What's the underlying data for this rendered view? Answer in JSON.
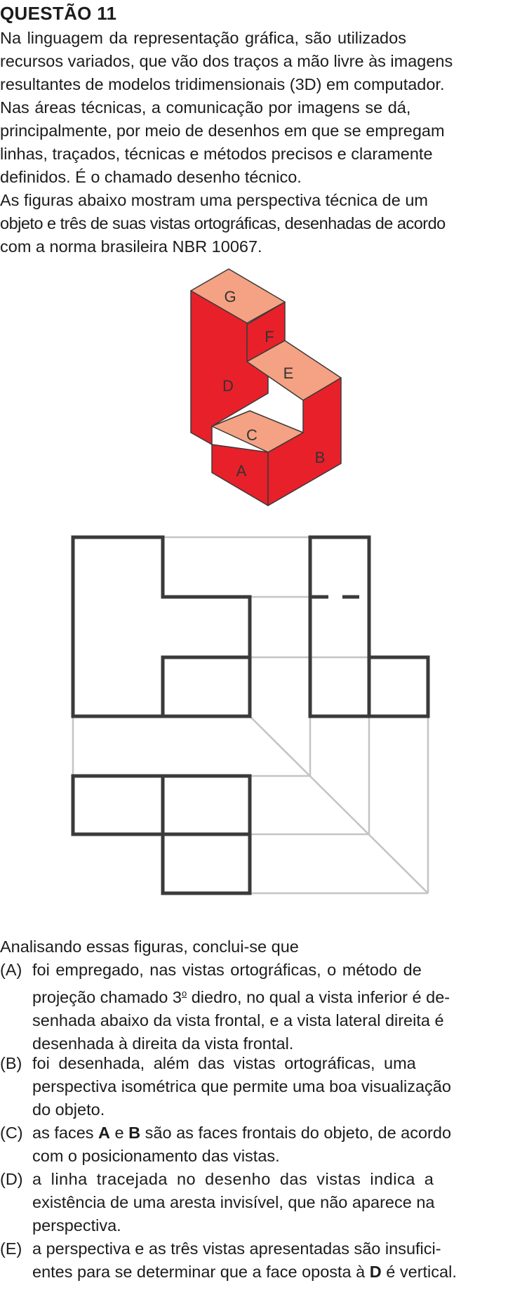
{
  "question": {
    "title": "QUESTÃO 11",
    "paragraph1": [
      "Na linguagem da representação gráfica, são utilizados",
      "recursos variados, que vão dos traços a mão livre às imagens",
      "resultantes de modelos tridimensionais (3D) em computador.",
      "Nas áreas técnicas, a comunicação por imagens se dá,",
      "principalmente, por meio de desenhos em que se empregam",
      "linhas, traçados, técnicas e métodos precisos e claramente",
      "definidos. É o chamado desenho técnico."
    ],
    "paragraph2": [
      "As figuras abaixo mostram uma perspectiva técnica de um",
      "objeto e três de suas vistas ortográficas, desenhadas de acordo",
      "com a norma brasileira NBR 10067."
    ],
    "lead": "Analisando essas figuras, conclui-se que"
  },
  "figure": {
    "face_labels": {
      "G": "G",
      "F": "F",
      "E": "E",
      "D": "D",
      "C": "C",
      "A": "A",
      "B": "B"
    },
    "colors": {
      "face_dark": "#e8202a",
      "face_light": "#f4a283",
      "outline": "#3a3a3a",
      "construction": "#c4c4c4"
    }
  },
  "options": [
    {
      "letter": "(A)",
      "lines": [
        "foi empregado, nas vistas ortográficas, o método de",
        "projeção chamado 3",
        "senhada abaixo da vista frontal, e a vista lateral direita é",
        "desenhada à direita da vista frontal."
      ],
      "ordinal": "o",
      "line2_rest": " diedro, no qual a vista inferior é de-"
    },
    {
      "letter": "(B)",
      "lines": [
        "foi desenhada, além das vistas ortográficas, uma",
        "perspectiva isométrica que permite uma boa visualização",
        "do objeto."
      ]
    },
    {
      "letter": "(C)",
      "pre": "as faces ",
      "face1": "A",
      "mid": " e ",
      "face2": "B",
      "post": " são as faces frontais do objeto, de acordo",
      "line2": "com o posicionamento das vistas."
    },
    {
      "letter": "(D)",
      "lines": [
        "a linha tracejada no desenho das vistas indica a",
        "existência de uma aresta invisível, que não aparece na",
        "perspectiva."
      ]
    },
    {
      "letter": "(E)",
      "line1": "a perspectiva e as três vistas apresentadas são insufici-",
      "pre2": "entes para se determinar que a face oposta à ",
      "face": "D",
      "post2": " é vertical."
    }
  ]
}
